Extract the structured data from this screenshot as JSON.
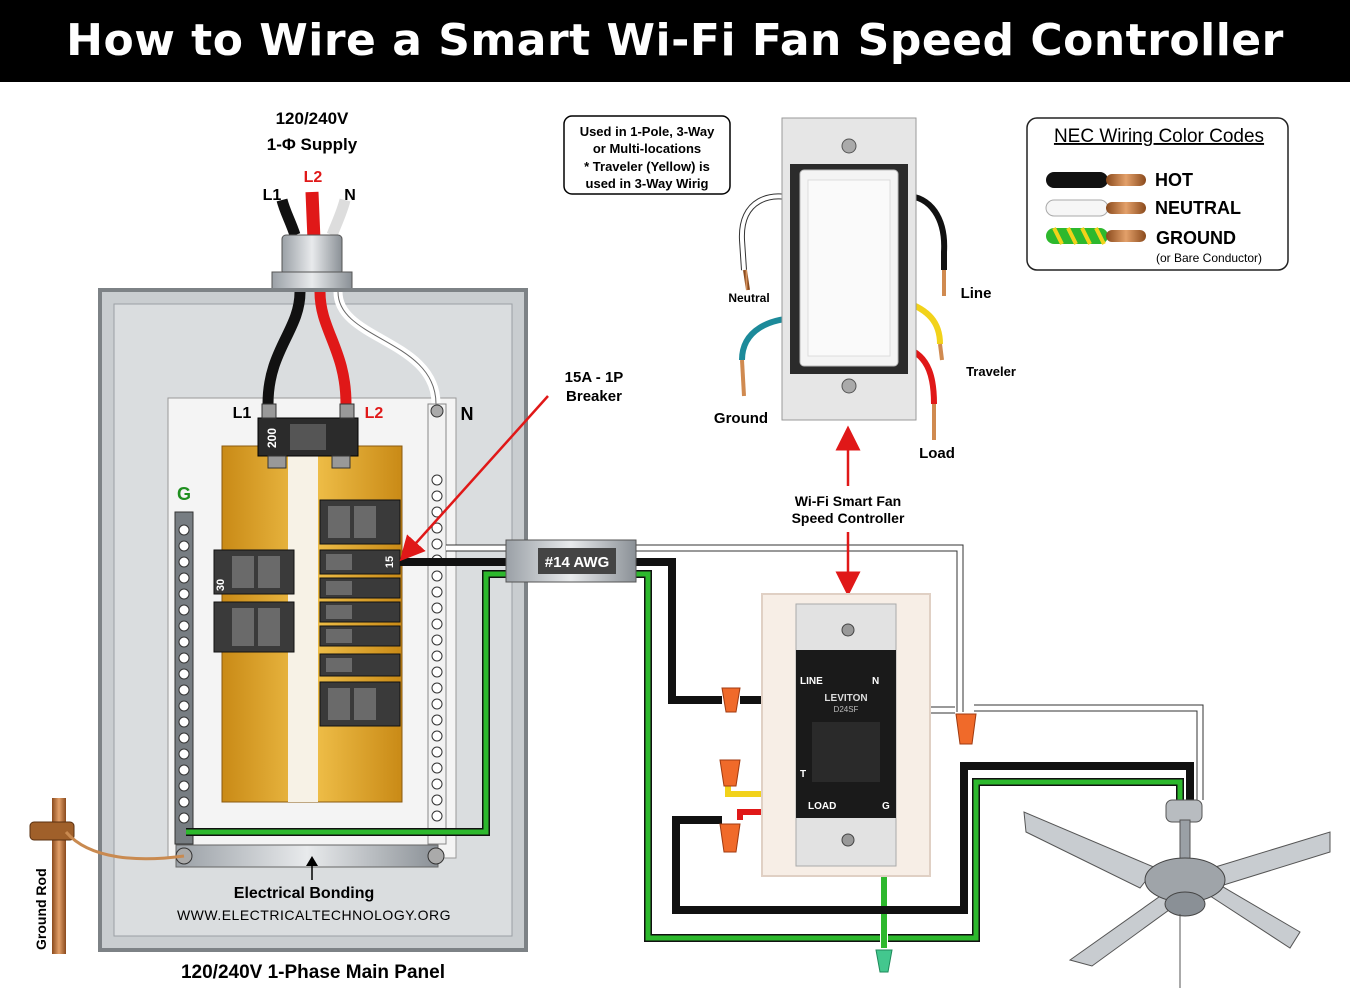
{
  "title": "How to Wire a Smart Wi-Fi Fan Speed Controller",
  "supply": {
    "line1": "120/240V",
    "line2": "1-Φ Supply",
    "l1": "L1",
    "l2": "L2",
    "n": "N"
  },
  "panel": {
    "l1": "L1",
    "l2": "L2",
    "n": "N",
    "g": "G",
    "main_breaker": "200",
    "breaker_30": "30",
    "breaker_15": "15",
    "bonding": "Electrical Bonding",
    "website": "WWW.ELECTRICALTECHNOLOGY.ORG",
    "caption": "120/240V 1-Phase Main Panel",
    "ground_rod": "Ground Rod"
  },
  "breaker_callout": {
    "line1": "15A - 1P",
    "line2": "Breaker"
  },
  "cable_label": "#14 AWG",
  "note": {
    "line1": "Used in 1-Pole, 3-Way",
    "line2": "or Multi-locations",
    "line3": "* Traveler (Yellow) is",
    "line4": "used in 3-Way Wirig"
  },
  "switch_wires": {
    "neutral": "Neutral",
    "line": "Line",
    "traveler": "Traveler",
    "ground": "Ground",
    "load": "Load"
  },
  "controller_label": {
    "line1": "Wi-Fi Smart Fan",
    "line2": "Speed Controller"
  },
  "device": {
    "brand": "LEVITON",
    "model": "D24SF",
    "line": "LINE",
    "n": "N",
    "t": "T",
    "load": "LOAD",
    "g": "G"
  },
  "legend": {
    "title": "NEC Wiring  Color Codes",
    "hot": "HOT",
    "neutral": "NEUTRAL",
    "ground": "GROUND",
    "ground_note": "(or Bare Conductor)"
  },
  "colors": {
    "hot": "#111111",
    "l2": "#e01818",
    "neutral": "#ffffff",
    "ground": "#2db82d",
    "traveler": "#f2d21a",
    "panel_gold": "#e3a92b"
  }
}
